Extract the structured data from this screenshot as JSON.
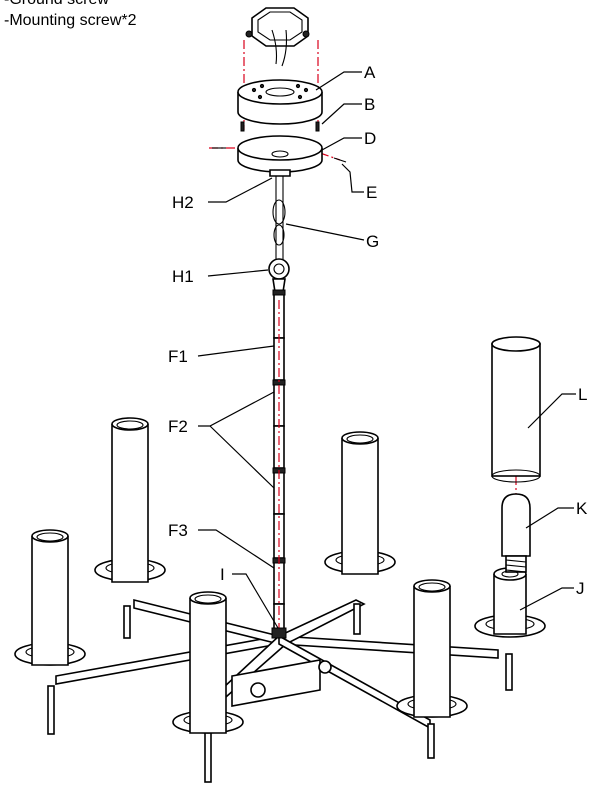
{
  "notes": [
    "-Ground screw",
    "-Mounting screw*2"
  ],
  "labels": {
    "A": "A",
    "B": "B",
    "D": "D",
    "E": "E",
    "H2": "H2",
    "G": "G",
    "H1": "H1",
    "F1": "F1",
    "F2": "F2",
    "F3": "F3",
    "L": "L",
    "K": "K",
    "J": "J",
    "I": "I"
  },
  "colors": {
    "line": "#000000",
    "centerline": "#d9001b"
  }
}
